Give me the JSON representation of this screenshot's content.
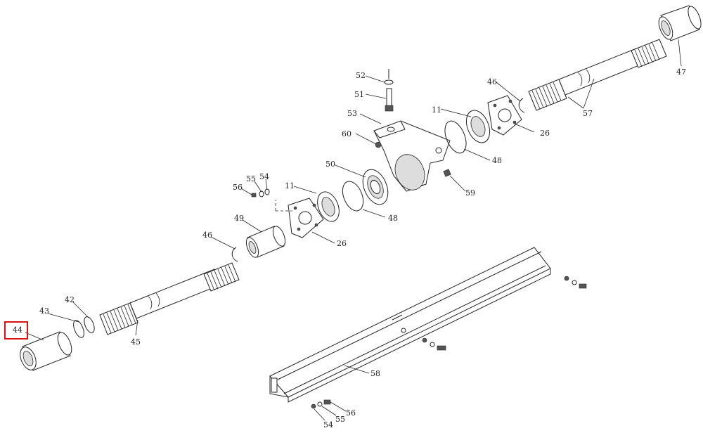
{
  "callouts": {
    "c44": "44",
    "c43": "43",
    "c42": "42",
    "c45": "45",
    "c46a": "46",
    "c49": "49",
    "c56a": "56",
    "c55a": "55",
    "c54a": "54",
    "c11a": "11",
    "c26a": "26",
    "c50": "50",
    "c48a": "48",
    "c60": "60",
    "c53": "53",
    "c51": "51",
    "c52": "52",
    "c59": "59",
    "c11b": "11",
    "c48b": "48",
    "c46b": "46",
    "c26b": "26",
    "c57": "57",
    "c47": "47",
    "c58": "58",
    "c56b": "56",
    "c55b": "55",
    "c54b": "54"
  },
  "highlight": {
    "label": "44",
    "color": "#e11010"
  }
}
